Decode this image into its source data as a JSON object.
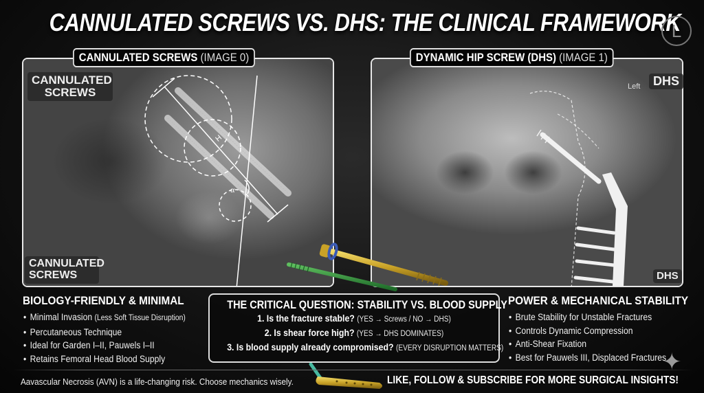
{
  "title": "CANNULATED SCREWS VS. DHS: THE CLINICAL FRAMEWORK",
  "logo": {
    "letter": "L",
    "icon": "circle-letter-logo"
  },
  "panels": {
    "left": {
      "tag_bold": "CANNULATED SCREWS",
      "tag_light": "(IMAGE 0)",
      "label_top": "CANNULATED SCREWS",
      "label_bottom": "CANNULATED SCREWS",
      "annotations": {
        "length_marker": "H",
        "angle_marker": "α"
      }
    },
    "right": {
      "tag_bold": "DYNAMIC HIP SCREW (DHS)",
      "tag_light": "(IMAGE 1)",
      "label_top": "DHS",
      "side_marker": "Left",
      "label_bottom": "DHS"
    }
  },
  "left_section": {
    "heading": "BIOLOGY-FRIENDLY & MINIMAL",
    "bullets": [
      {
        "text": "Minimal Invasion",
        "note": "(Less Soft Tissue Disruption)"
      },
      {
        "text": "Percutaneous Technique",
        "note": ""
      },
      {
        "text": "Ideal for Garden I–II, Pauwels I–II",
        "note": ""
      },
      {
        "text": "Retains Femoral Head Blood Supply",
        "note": ""
      }
    ]
  },
  "center_section": {
    "heading": "THE CRITICAL QUESTION: STABILITY VS. BLOOD SUPPLY",
    "questions": [
      {
        "text": "1. Is the fracture stable?",
        "note": "(YES → Screws / NO → DHS)"
      },
      {
        "text": "2. Is shear force high?",
        "note": "(YES → DHS DOMINATES)"
      },
      {
        "text": "3. Is blood supply already compromised?",
        "note": "(EVERY DISRUPTION MATTERS)"
      }
    ]
  },
  "right_section": {
    "heading": "POWER & MECHANICAL STABILITY",
    "bullets": [
      {
        "text": "Brute Stability for Unstable Fractures"
      },
      {
        "text": "Controls Dynamic Compression"
      },
      {
        "text": "Anti-Shear Fixation"
      },
      {
        "text": "Best for Pauwels III, Displaced Fractures"
      }
    ]
  },
  "footer": {
    "left": "Aavascular Necrosis (AVN) is a life-changing risk. Choose mechanics wisely.",
    "right": "LIKE, FOLLOW & SUBSCRIBE FOR MORE SURGICAL INSIGHTS!"
  },
  "colors": {
    "background": "#050505",
    "text": "#ffffff",
    "border": "#e8e8e8",
    "gold_screw": "#c9a227",
    "green_screw": "#2e8b3a",
    "washer_blue": "#3b5bb5"
  }
}
